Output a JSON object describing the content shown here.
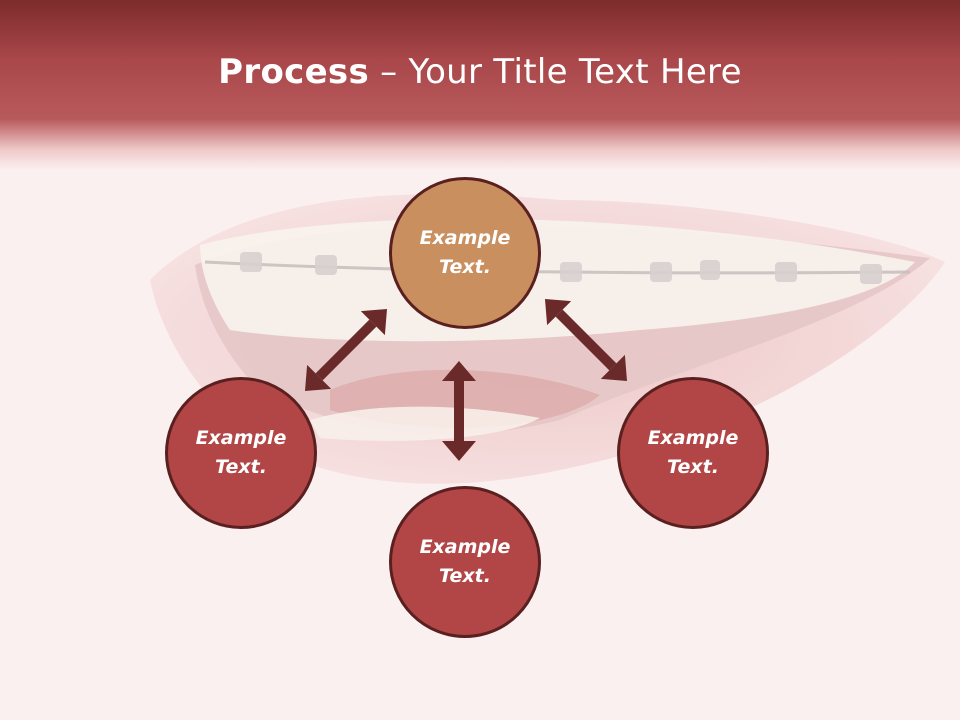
{
  "title": {
    "bold": "Process",
    "rest": " – Your Title Text Here"
  },
  "nodes": {
    "top": "Example Text.",
    "left": "Example Text.",
    "right": "Example Text.",
    "bottom": "Example Text."
  },
  "colors": {
    "header": "#a9474a",
    "node_red": "#b24646",
    "node_top": "#c98f5e",
    "arrow": "#6b2a2a"
  }
}
